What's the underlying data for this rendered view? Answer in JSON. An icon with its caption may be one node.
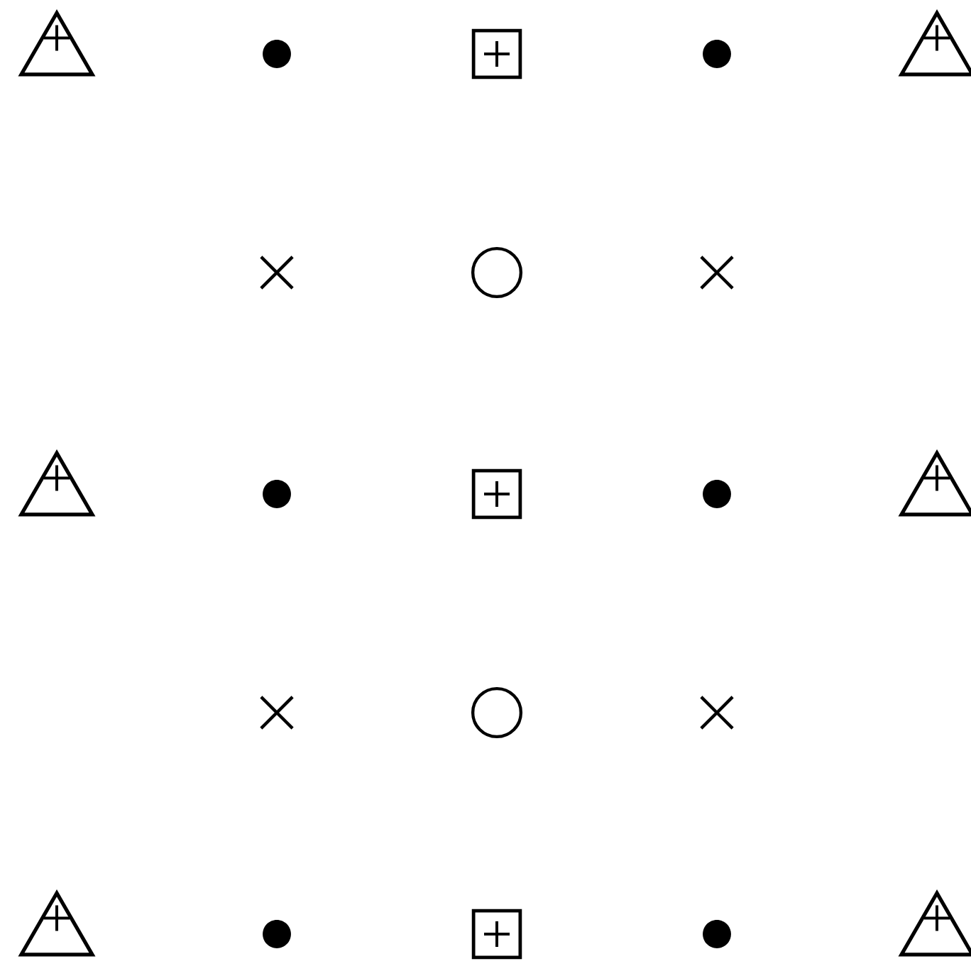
{
  "diagram": {
    "nodes": [
      {
        "text": [],
        "shape": "triangle"
      },
      {
        "text": [],
        "shape": "dot"
      },
      {
        "text": [],
        "shape": "box"
      },
      {
        "text": [],
        "shape": "dot"
      },
      {
        "text": [],
        "shape": "triangle"
      },
      {
        "text": [],
        "shape": "cross"
      },
      {
        "text": [],
        "shape": "circle"
      },
      {
        "text": [],
        "shape": "cross"
      },
      {
        "text": [],
        "shape": "triangle"
      },
      {
        "text": [],
        "shape": "dot"
      },
      {
        "text": [],
        "shape": "box"
      },
      {
        "text": [],
        "shape": "dot"
      },
      {
        "text": [],
        "shape": "triangle"
      },
      {
        "text": [],
        "shape": "cross"
      },
      {
        "text": [],
        "shape": "circle"
      },
      {
        "text": [],
        "shape": "cross"
      },
      {
        "text": [],
        "shape": "triangle"
      },
      {
        "text": [],
        "shape": "dot"
      },
      {
        "text": [],
        "shape": "box"
      },
      {
        "text": [],
        "shape": "dot"
      },
      {
        "text": [],
        "shape": "triangle"
      }
    ]
  }
}
